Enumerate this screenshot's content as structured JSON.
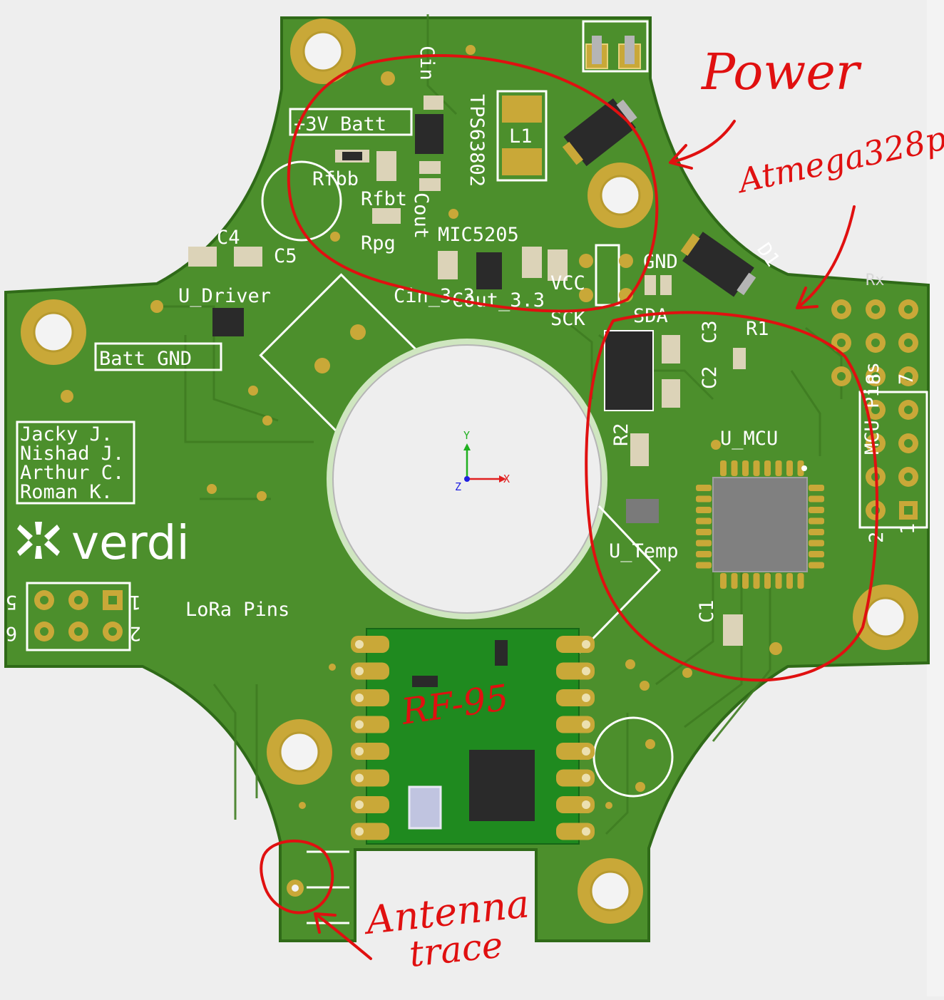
{
  "colors": {
    "board": "#4c8f2c",
    "board_edge": "#2f6a18",
    "pad_gold": "#c9a838",
    "silkscreen": "#ffffff",
    "annotation": "#e01010",
    "module": "#1f8a1f",
    "chip": "#2a2a2a"
  },
  "silkscreen": {
    "batt_plus": "+3V Batt",
    "batt_gnd": "Batt GND",
    "cin": "Cin",
    "tps": "TPS63802",
    "l1": "L1",
    "rfbb": "Rfbb",
    "rfbt": "Rfbt",
    "cout": "Cout",
    "rpg": "Rpg",
    "mic": "MIC5205",
    "c4": "C4",
    "c5": "C5",
    "u_driver": "U_Driver",
    "cin33": "Cin_3.3",
    "cout33": "Cout_3.3",
    "vcc": "VCC",
    "sck": "SCK",
    "sda": "SDA",
    "gnd": "GND",
    "d1": "D1",
    "r1": "R1",
    "c3": "C3",
    "c2": "C2",
    "r2": "R2",
    "u_mcu": "U_MCU",
    "mcu_pins": "MCU Pins",
    "u_temp": "U_Temp",
    "c1": "C1",
    "lora_pins": "LoRa Pins",
    "rx": "Rx",
    "logo_text": "verdi",
    "team": [
      "Jacky J.",
      "Nishad J.",
      "Arthur C.",
      "Roman K."
    ],
    "pin_1": "1",
    "pin_2": "2",
    "pin_5": "5",
    "pin_6": "6",
    "pin_7": "7",
    "pin_8": "8"
  },
  "axes_gizmo": {
    "x": "X",
    "y": "Y",
    "z": "Z"
  },
  "annotations": {
    "power": "Power",
    "atmega": "Atmega328p",
    "rf95": "RF-95",
    "antenna_line1": "Antenna",
    "antenna_line2": "trace"
  }
}
